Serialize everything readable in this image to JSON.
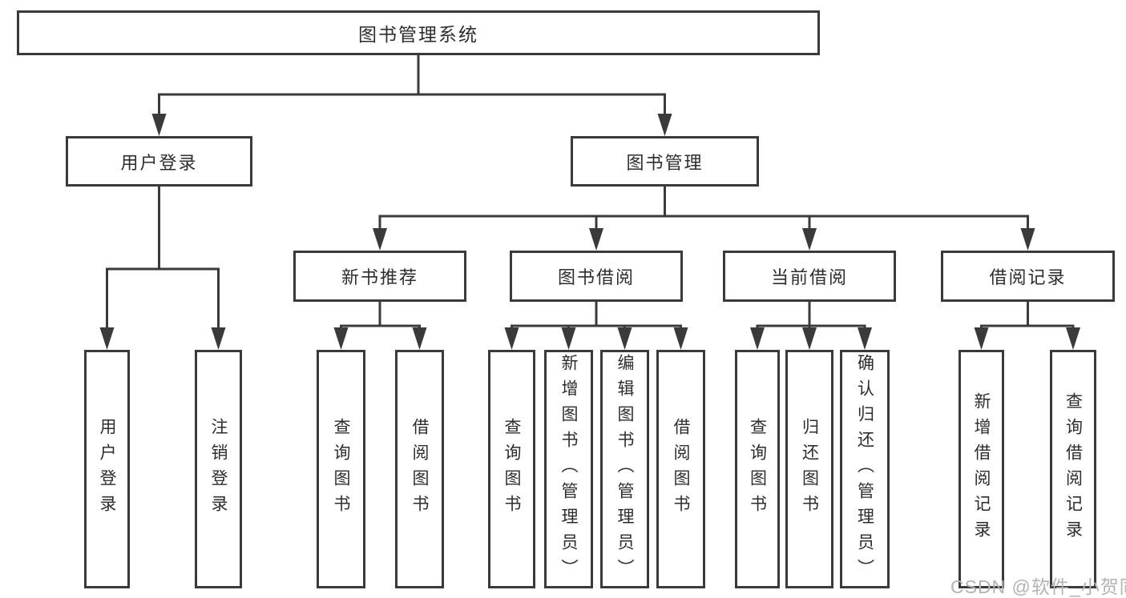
{
  "colors": {
    "background": "#ffffff",
    "line": "#3a3a3a",
    "text": "#2d2d2d",
    "watermark": "#b3b3b3"
  },
  "diagram": {
    "root": {
      "label": "图书管理系统"
    },
    "level2": [
      {
        "label": "用户登录"
      },
      {
        "label": "图书管理"
      }
    ],
    "level3": [
      {
        "label": "新书推荐"
      },
      {
        "label": "图书借阅"
      },
      {
        "label": "当前借阅"
      },
      {
        "label": "借阅记录"
      }
    ],
    "leaves": {
      "user_login": [
        "用户登录",
        "注销登录"
      ],
      "new_book_recommend": [
        "查询图书",
        "借阅图书"
      ],
      "book_borrow": [
        "查询图书",
        "新增图书（管理员）",
        "编辑图书（管理员）",
        "借阅图书"
      ],
      "current_borrow": [
        "查询图书",
        "归还图书",
        "确认归还（管理员）"
      ],
      "borrow_record": [
        "新增借阅记录",
        "查询借阅记录"
      ]
    }
  },
  "watermark": {
    "text": "CSDN @软件_小贺同学"
  }
}
